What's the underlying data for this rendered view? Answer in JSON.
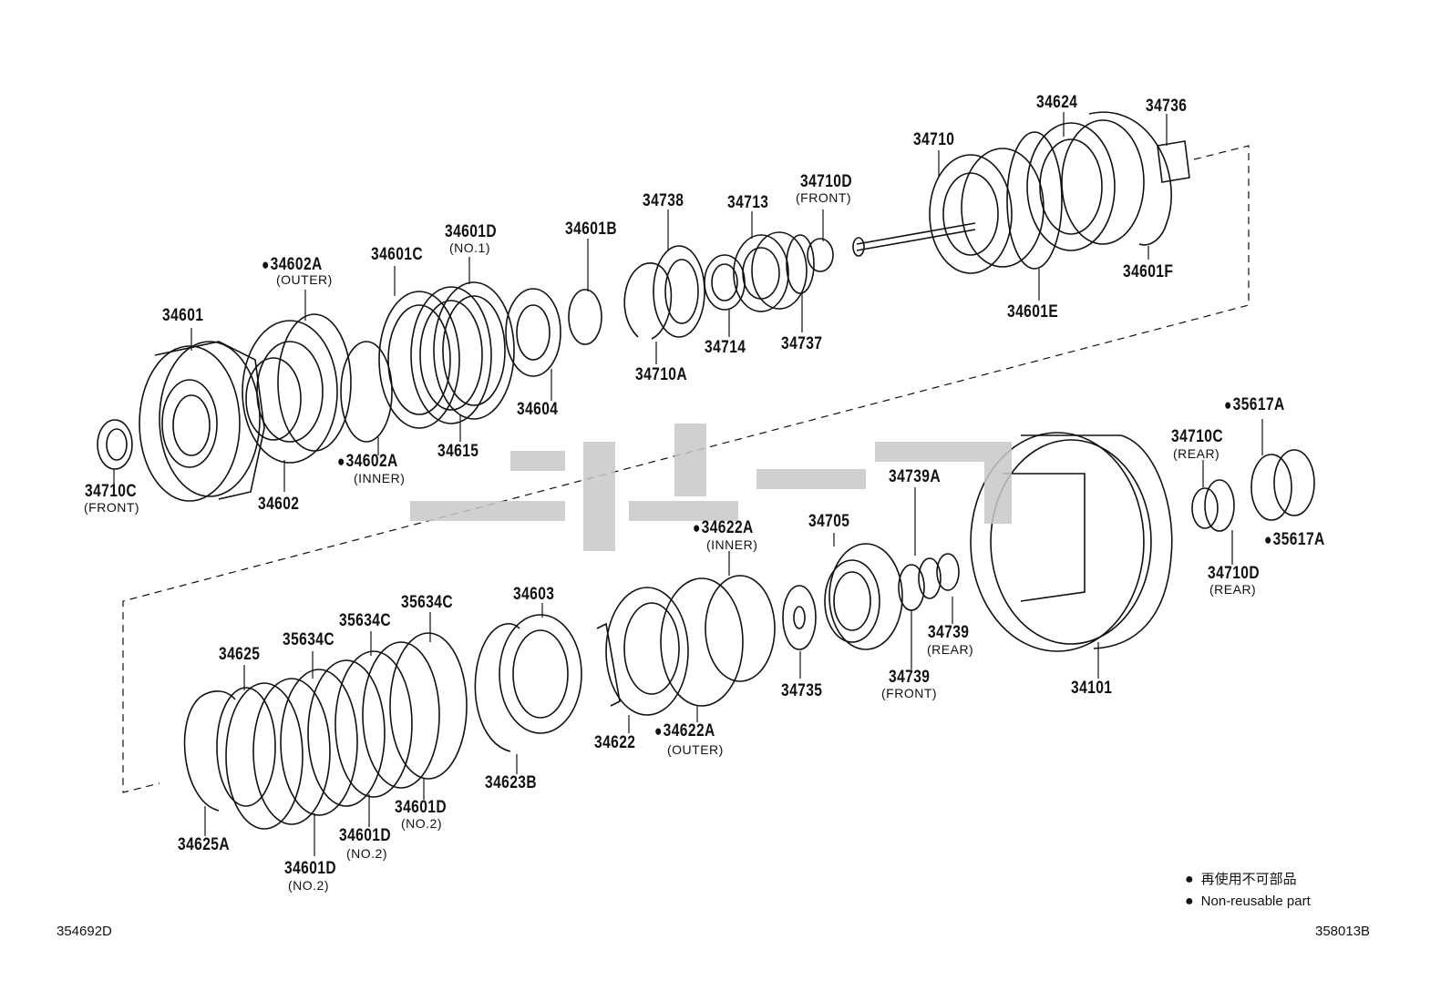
{
  "labels": {
    "p34601": "34601",
    "p34602A_outer": "34602A",
    "p34602A_outer_sub": "(OUTER)",
    "p34601C": "34601C",
    "p34601D_top": "34601D",
    "p34601D_top_sub": "(NO.1)",
    "p34601B": "34601B",
    "p34738": "34738",
    "p34713": "34713",
    "p34710D_front": "34710D",
    "p34710D_front_sub": "(FRONT)",
    "p34710": "34710",
    "p34624": "34624",
    "p34736": "34736",
    "p34710C_front": "34710C",
    "p34710C_front_sub": "(FRONT)",
    "p34602": "34602",
    "p34602A_inner": "34602A",
    "p34602A_inner_sub": "(INNER)",
    "p34615": "34615",
    "p34604": "34604",
    "p34710A": "34710A",
    "p34714": "34714",
    "p34737": "34737",
    "p34601E": "34601E",
    "p34601F": "34601F",
    "p35617A_top": "35617A",
    "p34710C_rear": "34710C",
    "p34710C_rear_sub": "(REAR)",
    "p35617A_bot": "35617A",
    "p34710D_rear": "34710D",
    "p34710D_rear_sub": "(REAR)",
    "p34739A": "34739A",
    "p34705": "34705",
    "p34622A_inner": "34622A",
    "p34622A_inner_sub": "(INNER)",
    "p34603": "34603",
    "p35634C_a": "35634C",
    "p35634C_b": "35634C",
    "p35634C_c": "35634C",
    "p34625": "34625",
    "p34739_rear": "34739",
    "p34739_rear_sub": "(REAR)",
    "p34739_front": "34739",
    "p34739_front_sub": "(FRONT)",
    "p34735": "34735",
    "p34101": "34101",
    "p34622": "34622",
    "p34622A_outer": "34622A",
    "p34622A_outer_sub": "(OUTER)",
    "p34623B": "34623B",
    "p34601D_a": "34601D",
    "p34601D_a_sub": "(NO.2)",
    "p34601D_b": "34601D",
    "p34601D_b_sub": "(NO.2)",
    "p34601D_c": "34601D",
    "p34601D_c_sub": "(NO.2)",
    "p34625A": "34625A"
  },
  "legend": {
    "jp": "再使用不可部品",
    "en": "Non-reusable part"
  },
  "codes": {
    "left": "354692D",
    "right": "358013B"
  },
  "watermark": {
    "color": "#c8c8c8"
  }
}
